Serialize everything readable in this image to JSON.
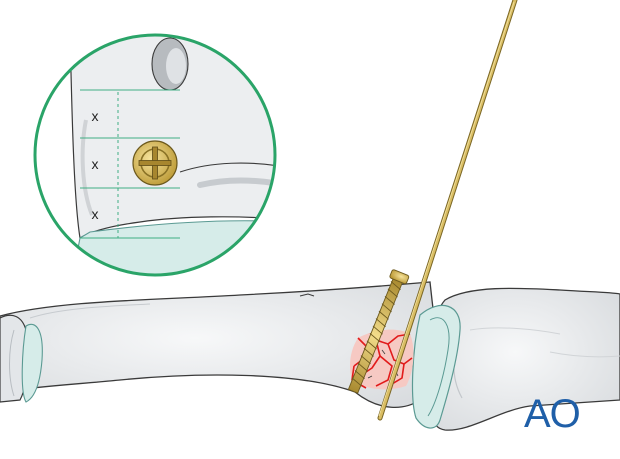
{
  "illustration": {
    "inset": {
      "marks": [
        "x",
        "x",
        "x"
      ]
    },
    "logo": {
      "text": "AO",
      "color": "#1f5fa8"
    },
    "colors": {
      "bone_fill": "#eceef0",
      "bone_stroke": "#3a3a3a",
      "cartilage_fill": "#d6ece9",
      "cartilage_stroke": "#5b9a93",
      "inset_ring": "#2aa468",
      "guide_lines": "#3fae83",
      "screw_gold": "#caa84a",
      "k_wire": "#c7a84f",
      "fracture_red": "#e21b1b",
      "fracture_fill": "#f6c9c3"
    },
    "icons": {
      "screw_head": "cross-slot-screw-head-icon",
      "k_wire": "k-wire-icon"
    }
  }
}
